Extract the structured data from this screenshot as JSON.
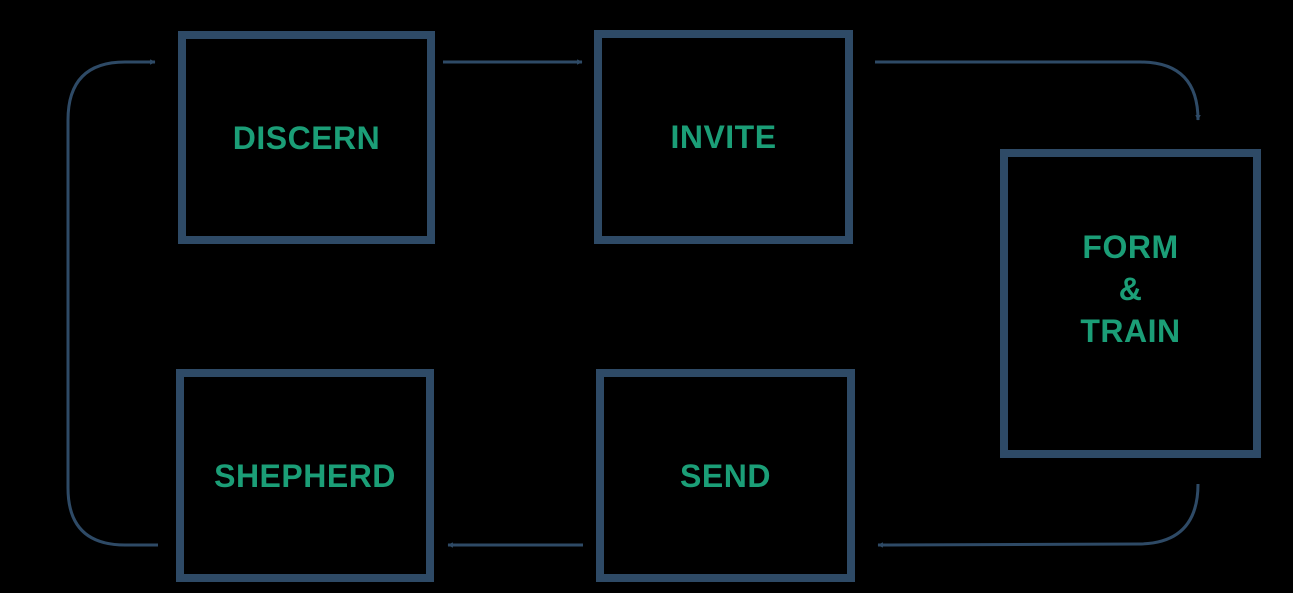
{
  "colors": {
    "background": "#000000",
    "box_border": "#2e4a66",
    "arrow": "#2e4a66",
    "label": "#1b9e77"
  },
  "steps": {
    "discern": {
      "label": "DISCERN"
    },
    "invite": {
      "label": "INVITE"
    },
    "form_train": {
      "line1": "FORM",
      "line2": "&",
      "line3": "TRAIN"
    },
    "send": {
      "label": "SEND"
    },
    "shepherd": {
      "label": "SHEPHERD"
    }
  },
  "flow": [
    "DISCERN",
    "INVITE",
    "FORM & TRAIN",
    "SEND",
    "SHEPHERD",
    "DISCERN"
  ]
}
